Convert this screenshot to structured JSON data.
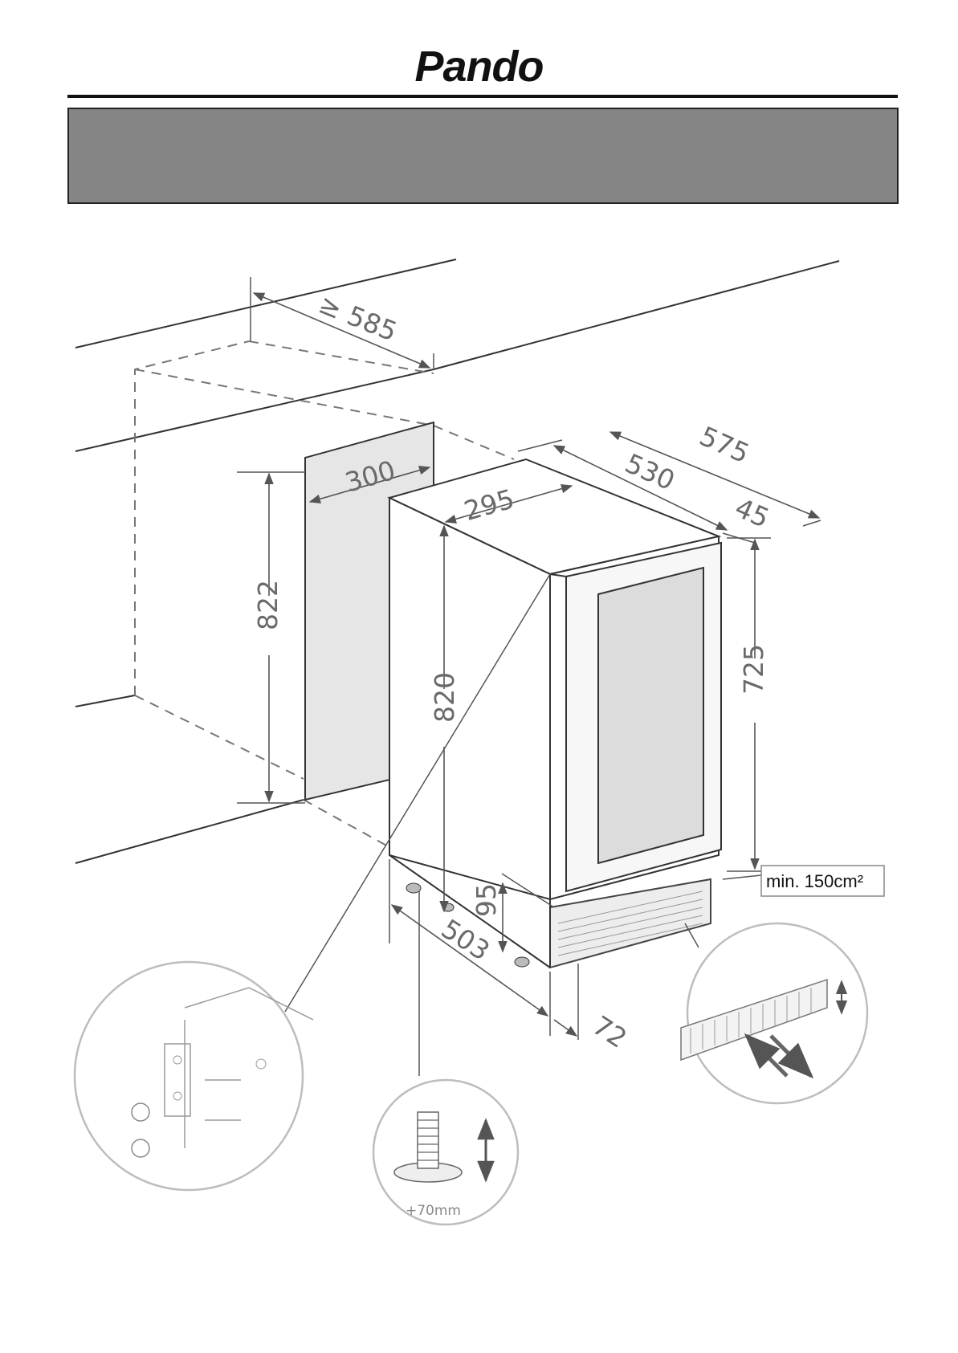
{
  "brand": {
    "logo_text": "Pando"
  },
  "dimensions": {
    "niche_depth": "≥ 585",
    "niche_width": "300",
    "niche_height": "822",
    "unit_width": "295",
    "unit_depth_body": "530",
    "unit_depth_total": "575",
    "door_depth": "45",
    "unit_height": "820",
    "door_height": "725",
    "plinth_height": "95",
    "foot_depth": "503",
    "foot_offset": "72"
  },
  "ventilation": {
    "label": "min. 150cm²"
  },
  "foot_detail": {
    "adjust_label": "+70mm"
  }
}
